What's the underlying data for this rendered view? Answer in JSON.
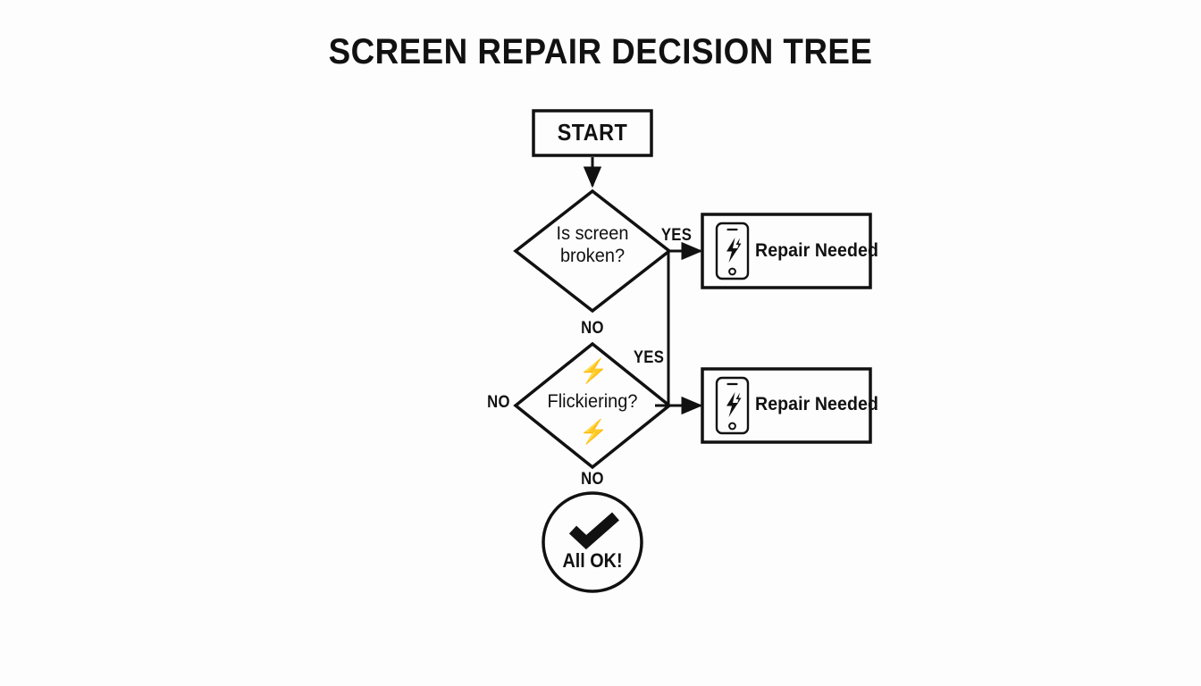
{
  "diagram": {
    "title": "SCREEN REPAIR DECISION TREE",
    "type": "flowchart",
    "background_color": "#fdfdfd",
    "line_color": "#111111",
    "nodes": {
      "start": {
        "id": "start",
        "shape": "rectangle",
        "label": "START"
      },
      "decision_broken": {
        "id": "decision_broken",
        "shape": "diamond",
        "label_line1": "Is screen",
        "label_line2": "broken?"
      },
      "decision_flickering": {
        "id": "decision_flickering",
        "shape": "diamond",
        "label": "Flickiering?",
        "icon_top": "lightning-bolt-icon",
        "icon_bottom": "lightning-bolt-icon"
      },
      "repair_top": {
        "id": "repair_top",
        "shape": "rectangle",
        "label": "Repair Needed",
        "icon": "phone-lightning-icon"
      },
      "repair_bottom": {
        "id": "repair_bottom",
        "shape": "rectangle",
        "label": "Repair Needed",
        "icon": "phone-lightning-icon"
      },
      "all_ok": {
        "id": "all_ok",
        "shape": "circle",
        "label": "All OK!",
        "icon": "checkmark-icon"
      }
    },
    "edges": [
      {
        "from": "start",
        "to": "decision_broken",
        "label": ""
      },
      {
        "from": "decision_broken",
        "to": "repair_top",
        "label": "YES"
      },
      {
        "from": "decision_broken",
        "to": "decision_flickering",
        "label": "NO"
      },
      {
        "from": "decision_flickering",
        "to": "repair_bottom",
        "label": "YES"
      },
      {
        "from": "decision_flickering",
        "to": "all_ok",
        "label": "NO"
      },
      {
        "from": "decision_flickering",
        "to": "",
        "label": "NO"
      }
    ],
    "edge_labels": {
      "yes_broken": "YES",
      "no_broken": "NO",
      "yes_flickering": "YES",
      "no_flickering_bottom": "NO",
      "no_flickering_left": "NO"
    }
  }
}
